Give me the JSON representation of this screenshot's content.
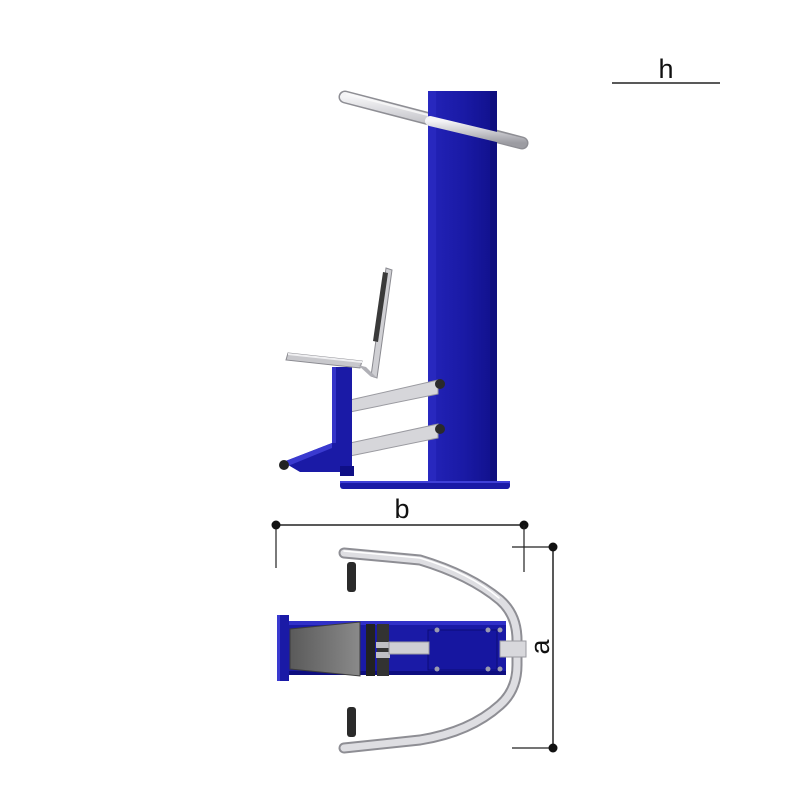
{
  "labels": {
    "height": "h",
    "width": "b",
    "depth": "a"
  },
  "colors": {
    "frame_blue": "#1a1aa6",
    "frame_blue_dark": "#0d0d78",
    "frame_blue_light": "#3a3ad0",
    "steel_gray": "#c8c8cc",
    "steel_light": "#eeeef0",
    "seat_gray": "#6e6e6e",
    "dimension_line": "#222222"
  }
}
